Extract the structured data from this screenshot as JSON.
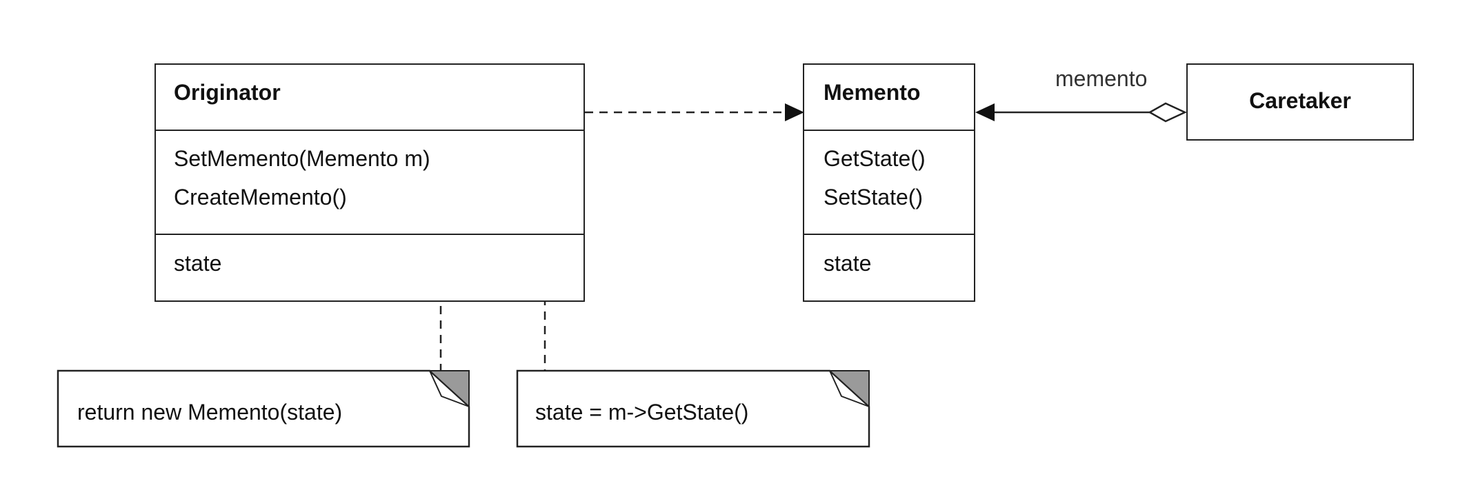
{
  "originator": {
    "name": "Originator",
    "operations": [
      "SetMemento(Memento m)",
      "CreateMemento()"
    ],
    "attributes": [
      "state"
    ]
  },
  "memento": {
    "name": "Memento",
    "operations": [
      "GetState()",
      "SetState()"
    ],
    "attributes": [
      "state"
    ]
  },
  "caretaker": {
    "name": "Caretaker",
    "role_label": "memento"
  },
  "notes": {
    "create_note": "return new Memento(state)",
    "set_note": "state = m->GetState()"
  }
}
